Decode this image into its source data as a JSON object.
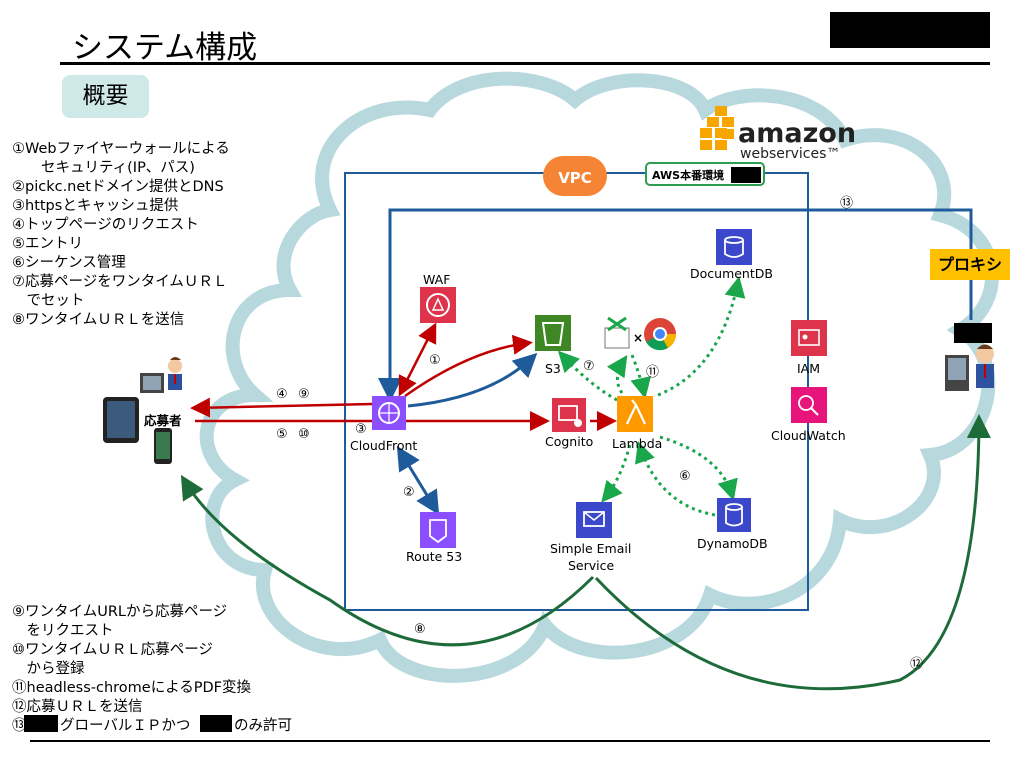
{
  "title": "システム構成",
  "overview_label": "概要",
  "notes_top": [
    "①Webファイヤーウォールによる",
    "　　セキュリティ(IP、パス)",
    "②pickc.netドメイン提供とDNS",
    "③httpsとキャッシュ提供",
    "④トップページのリクエスト",
    "⑤エントリ",
    "⑥シーケンス管理",
    "⑦応募ページをワンタイムＵＲＬ",
    "　でセット",
    "⑧ワンタイムＵＲＬを送信"
  ],
  "notes_bottom": [
    "⑨ワンタイムURLから応募ページ",
    "　をリクエスト",
    "⑩ワンタイムＵＲＬ応募ページ",
    "　から登録",
    "⑪headless-chromeによるPDF変換",
    "⑫応募ＵＲＬを送信",
    "⑬",
    "グローバルＩＰかつ",
    "のみ許可"
  ],
  "brand": {
    "name": "amazon",
    "sub": "webservices™"
  },
  "vpc": "VPC",
  "aws_env": "AWS本番環境",
  "proxy": "プロキシ",
  "applicant": "応募者",
  "services": {
    "waf": "WAF",
    "cloudfront": "CloudFront",
    "route53": "Route 53",
    "s3": "S3",
    "cognito": "Cognito",
    "lambda": "Lambda",
    "documentdb": "DocumentDB",
    "ses_line1": "Simple Email",
    "ses_line2": "Service",
    "dynamodb": "DynamoDB",
    "iam": "IAM",
    "cloudwatch": "CloudWatch"
  },
  "markers": {
    "m1": "①",
    "m2": "②",
    "m3": "③",
    "m4": "④",
    "m9": "⑨",
    "m5": "⑤",
    "m10": "⑩",
    "m7": "⑦",
    "m11": "⑪",
    "m6": "⑥",
    "m8": "⑧",
    "m12": "⑫",
    "m13": "⑬"
  },
  "colors": {
    "cloud": "#b7d9dd",
    "red": "#c00000",
    "blue": "#1f5b9a",
    "green_dotted": "#1aa64a",
    "dark_green": "#1e6b3a",
    "aws_orange": "#ff9900",
    "waf_red": "#dd344c",
    "cf_purple": "#8c4fff",
    "s3_green": "#3f8624",
    "db_blue": "#3b48cc",
    "pink": "#e7157b"
  }
}
